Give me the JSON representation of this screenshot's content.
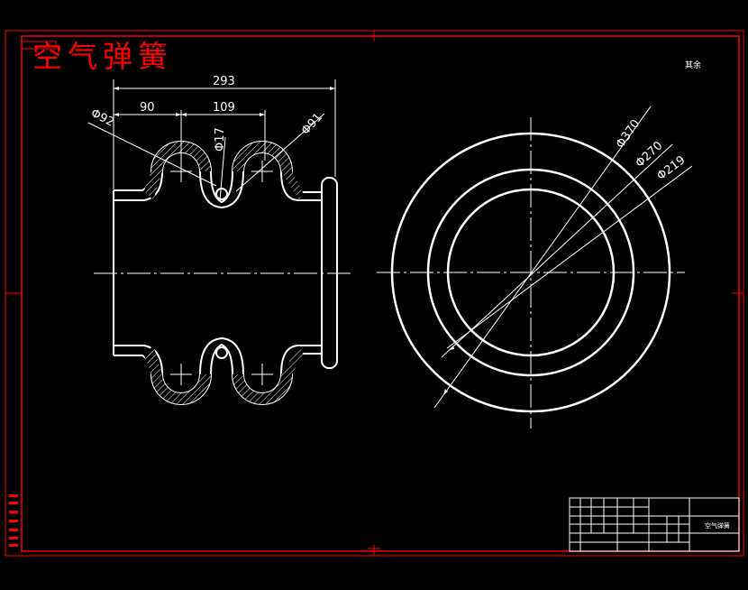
{
  "title": "空气弹簧",
  "corner_note": "其余",
  "title_block_name": "空气弹簧",
  "dimensions": {
    "overall_length": "293",
    "left_pitch": "90",
    "right_pitch": "109",
    "left_bulge_dia": "Φ92",
    "right_bulge_dia": "Φ91",
    "bead_dia": "Φ17",
    "outer_dia": "Φ370",
    "middle_dia": "Φ270",
    "inner_dia": "Φ219"
  },
  "colors": {
    "background": "#000000",
    "frame": "#ff0000",
    "lines": "#ffffff",
    "title": "#ff0000"
  }
}
